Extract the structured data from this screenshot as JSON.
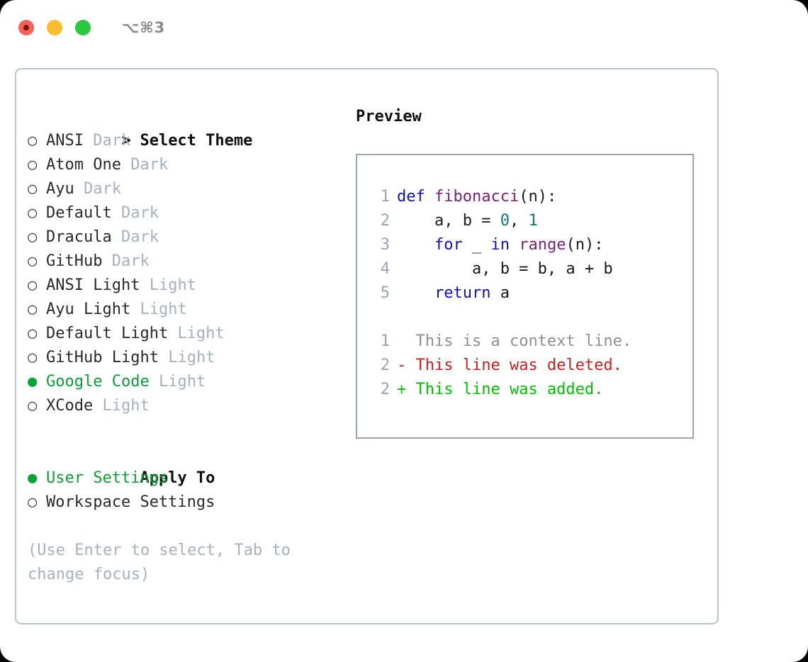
{
  "titlebar": {
    "close_label": "close",
    "minimize_label": "minimize",
    "maximize_label": "maximize",
    "shortcut": "⌥⌘3"
  },
  "colors": {
    "accent_green": "#0ba033",
    "bullet_green": "#00a831",
    "diff_add_green": "#00c000",
    "diff_del_red": "#cc2020",
    "muted": "#a6b0bf",
    "keyword_blue": "#1010c8",
    "function_purple": "#7b1f7b",
    "number_teal": "#0a7a7a",
    "panel_border": "#b9c2cf",
    "preview_border": "#9aa5b4"
  },
  "theme_picker": {
    "heading_marker": ">",
    "heading": "Select Theme",
    "marker_selected": "●",
    "marker_unselected": "○",
    "items": [
      {
        "name": "ANSI",
        "variant": "Dark",
        "selected": false
      },
      {
        "name": "Atom One",
        "variant": "Dark",
        "selected": false
      },
      {
        "name": "Ayu",
        "variant": "Dark",
        "selected": false
      },
      {
        "name": "Default",
        "variant": "Dark",
        "selected": false
      },
      {
        "name": "Dracula",
        "variant": "Dark",
        "selected": false
      },
      {
        "name": "GitHub",
        "variant": "Dark",
        "selected": false
      },
      {
        "name": "ANSI Light",
        "variant": "Light",
        "selected": false
      },
      {
        "name": "Ayu Light",
        "variant": "Light",
        "selected": false
      },
      {
        "name": "Default Light",
        "variant": "Light",
        "selected": false
      },
      {
        "name": "GitHub Light",
        "variant": "Light",
        "selected": false
      },
      {
        "name": "Google Code",
        "variant": "Light",
        "selected": true
      },
      {
        "name": "XCode",
        "variant": "Light",
        "selected": false
      }
    ]
  },
  "apply_to": {
    "heading": "Apply To",
    "items": [
      {
        "name": "User Settings",
        "selected": true
      },
      {
        "name": "Workspace Settings",
        "selected": false
      }
    ]
  },
  "help_text": "(Use Enter to select, Tab to change focus)",
  "preview": {
    "title": "Preview",
    "code_lines": [
      {
        "number": "1",
        "tokens": [
          {
            "t": "def ",
            "c": "kw"
          },
          {
            "t": "fibonacci",
            "c": "fn"
          },
          {
            "t": "(n):",
            "c": "pln"
          }
        ]
      },
      {
        "number": "2",
        "tokens": [
          {
            "t": "    a, b = ",
            "c": "pln"
          },
          {
            "t": "0",
            "c": "num"
          },
          {
            "t": ", ",
            "c": "pln"
          },
          {
            "t": "1",
            "c": "num"
          }
        ]
      },
      {
        "number": "3",
        "tokens": [
          {
            "t": "    ",
            "c": "pln"
          },
          {
            "t": "for",
            "c": "kw"
          },
          {
            "t": " _ ",
            "c": "pln"
          },
          {
            "t": "in",
            "c": "kw"
          },
          {
            "t": " ",
            "c": "pln"
          },
          {
            "t": "range",
            "c": "fn"
          },
          {
            "t": "(n):",
            "c": "pln"
          }
        ]
      },
      {
        "number": "4",
        "tokens": [
          {
            "t": "        a, b = b, a + b",
            "c": "pln"
          }
        ]
      },
      {
        "number": "5",
        "tokens": [
          {
            "t": "    ",
            "c": "pln"
          },
          {
            "t": "return",
            "c": "kw"
          },
          {
            "t": " a",
            "c": "pln"
          }
        ]
      }
    ],
    "diff_lines": [
      {
        "number": "1",
        "sign": " ",
        "text": "This is a context line.",
        "kind": "context"
      },
      {
        "number": "2",
        "sign": "-",
        "text": "This line was deleted.",
        "kind": "deleted"
      },
      {
        "number": "2",
        "sign": "+",
        "text": "This line was added.",
        "kind": "added"
      }
    ]
  }
}
